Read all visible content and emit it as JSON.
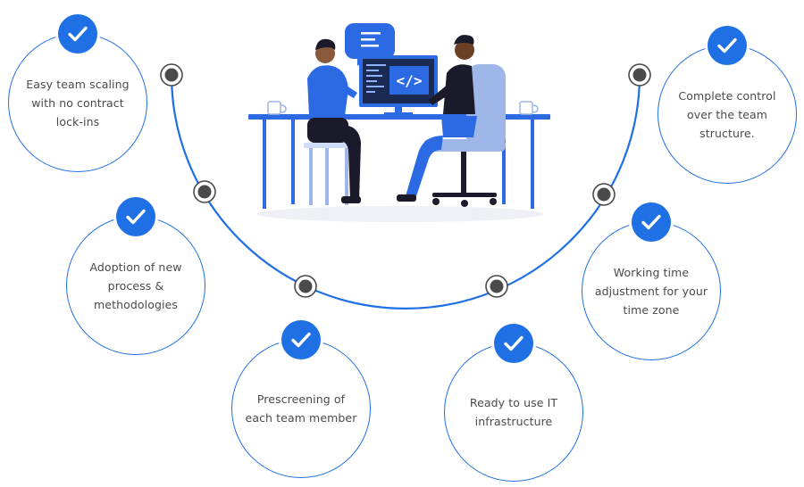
{
  "diagram": {
    "accent_color": "#1f6fe5",
    "node_color": "#4a4a4a",
    "benefits": [
      {
        "icon": "check-icon",
        "text_lines": [
          "Easy team scaling",
          "with no contract",
          "lock-ins"
        ]
      },
      {
        "icon": "check-icon",
        "text_lines": [
          "Adoption of new",
          "process &",
          "methodologies"
        ]
      },
      {
        "icon": "check-icon",
        "text_lines": [
          "Prescreening of",
          "each team member"
        ]
      },
      {
        "icon": "check-icon",
        "text_lines": [
          "Ready to use IT",
          "infrastructure"
        ]
      },
      {
        "icon": "check-icon",
        "text_lines": [
          "Working time",
          "adjustment for your",
          "time zone"
        ]
      },
      {
        "icon": "check-icon",
        "text_lines": [
          "Complete control",
          "over the team",
          "structure."
        ]
      }
    ],
    "illustration": {
      "screen_code_symbol": "</>"
    }
  }
}
